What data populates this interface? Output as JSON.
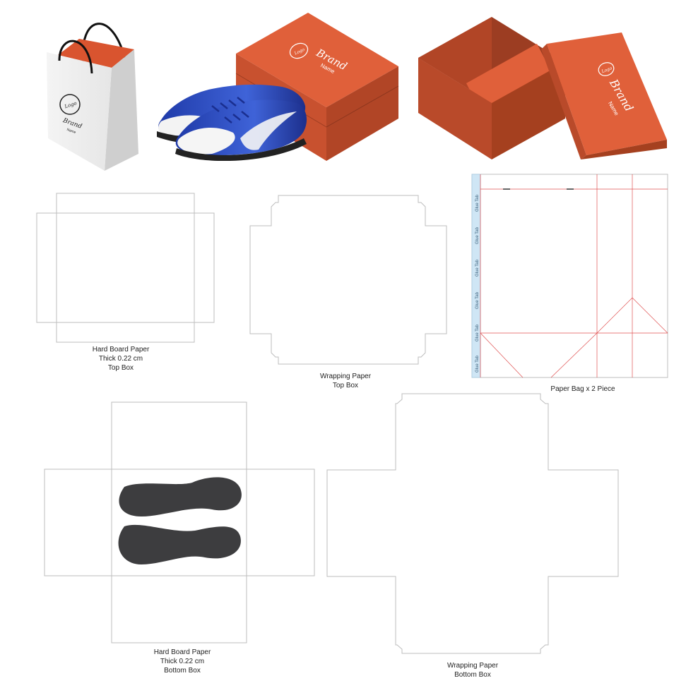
{
  "mockup": {
    "bag_logo": "Logo",
    "bag_brand": "Brand",
    "bag_name": "Name",
    "box_logo": "Logo",
    "box_brand": "Brand",
    "box_name": "Name",
    "lid_logo": "Logo",
    "lid_brand": "Brand",
    "lid_name": "Name"
  },
  "glue_tab_label": "Glue Tab",
  "glue_tabs": [
    "Glue Tab",
    "Glue Tab",
    "Glue Tab",
    "Glue Tab",
    "Glue Tab",
    "Glue Tab"
  ],
  "captions": {
    "top_box_board": [
      "Hard Board Paper",
      "Thick 0.22 cm",
      "Top Box"
    ],
    "top_box_wrap": [
      "Wrapping Paper",
      "Top Box"
    ],
    "paper_bag": [
      "Paper Bag x 2 Piece"
    ],
    "bottom_box_board": [
      "Hard Board Paper",
      "Thick 0.22 cm",
      "Bottom Box"
    ],
    "bottom_box_wrap": [
      "Wrapping Paper",
      "Bottom Box"
    ]
  },
  "colors": {
    "box_orange": "#e0603a",
    "box_orange_dark": "#b94a2a",
    "box_orange_inner": "#9c3d22",
    "shoe_blue": "#2a46b8",
    "die_line": "#bdbdbd",
    "fold_line": "#e05050",
    "glue_tab": "#cfe6f5",
    "sole": "#3d3d3f"
  }
}
